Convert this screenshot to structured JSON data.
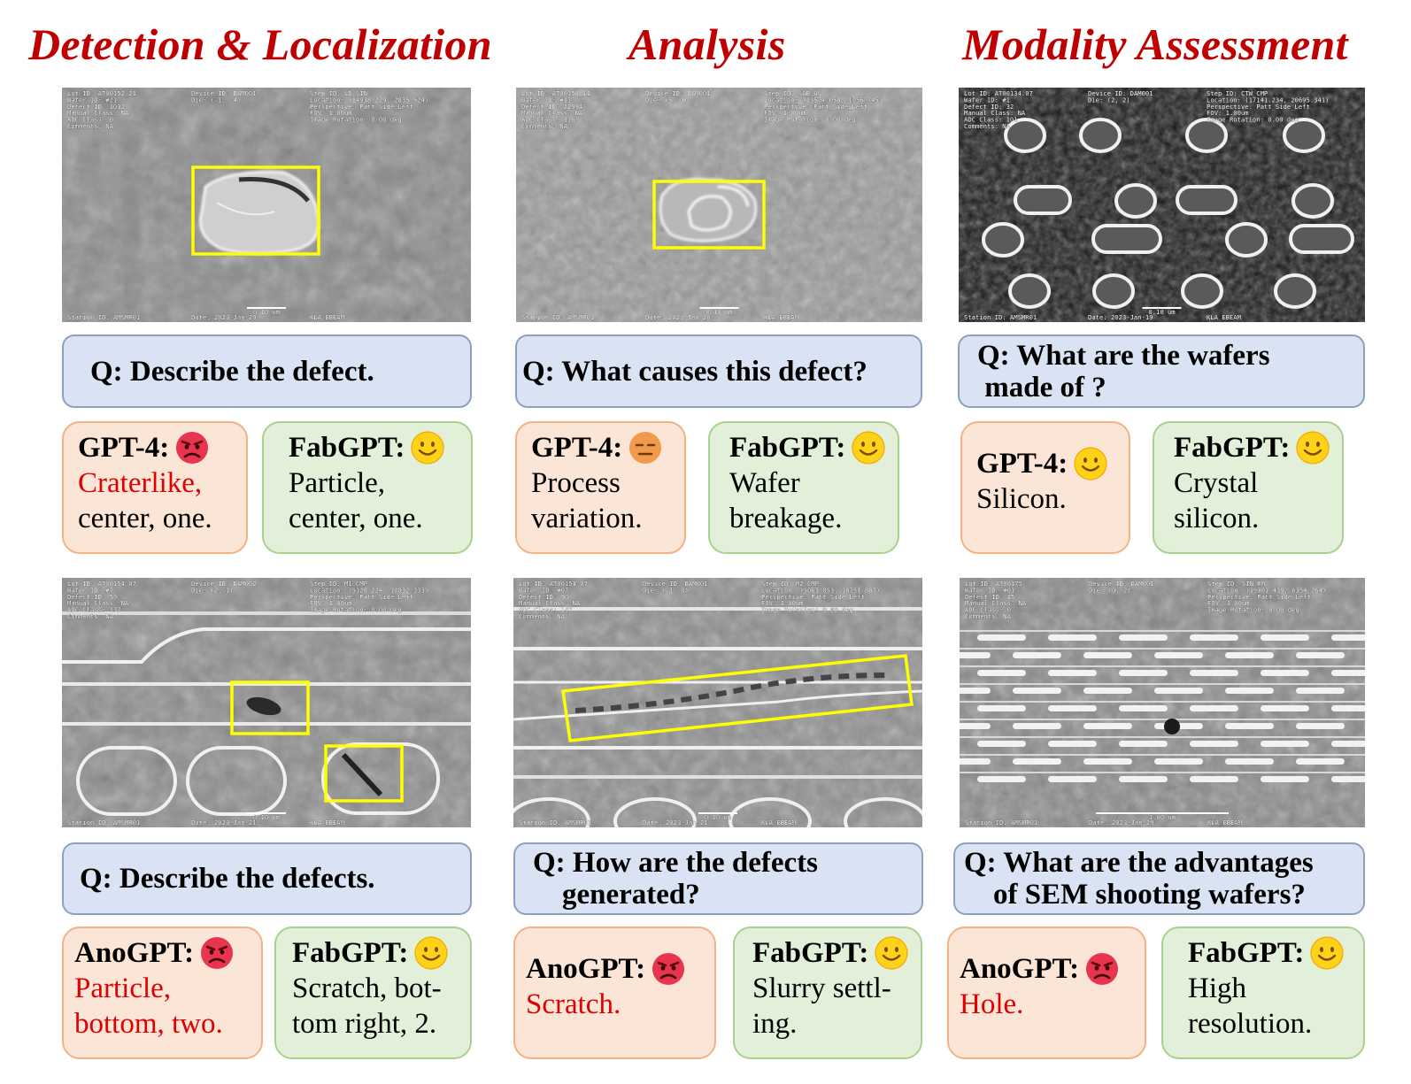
{
  "headers": {
    "col1": "Detection & Localization",
    "col2": "Analysis",
    "col3": "Modality Assessment"
  },
  "icons": {
    "angry": "angry-face-icon",
    "smile": "smiling-face-icon",
    "neutral": "neutral-face-icon"
  },
  "colors": {
    "header_red": "#c00000",
    "question_bg": "#dae3f3",
    "question_border": "#8da0c3",
    "bad_bg": "#fbe5d6",
    "bad_border": "#f4b183",
    "good_bg": "#e2f0d9",
    "good_border": "#a9d18e",
    "wrong_text": "#e00000",
    "bbox_yellow": "#ffff00"
  },
  "panels": [
    {
      "sem": {
        "top_lines": [
          [
            "Lot ID: AT00152_21",
            "Wafer ID: #21",
            "Defect ID: 1032",
            "Manual Class: NA",
            "ADC Class: 0",
            "Comments: NA"
          ],
          [
            "Device ID: DAM001",
            "Die: (-1, -4)"
          ],
          [
            "Step ID: LD_SIN",
            "Location: (14938.229, 2835.524)",
            "Perspective: Patt_Side_Left",
            "FOV: 1.00um",
            "Image Rotation: 0.00 deg"
          ]
        ],
        "bottom": [
          "Station ID: AMSMR01",
          "Date: 2023-Jan-29",
          "KLA EBEAM"
        ],
        "scale": "0.10 um"
      },
      "question": "Q: Describe the defect.",
      "left": {
        "name": "GPT-4:",
        "mood": "angry",
        "lines": [
          {
            "t": "Craterlike,",
            "wrong": true
          },
          {
            "t": "center, one.",
            "wrong": false
          }
        ]
      },
      "right": {
        "name": "FabGPT:",
        "mood": "smile",
        "lines": [
          {
            "t": "Particle,",
            "wrong": false
          },
          {
            "t": "center, one.",
            "wrong": false
          }
        ]
      }
    },
    {
      "sem": {
        "top_lines": [
          [
            "Lot ID: AT00158_11",
            "Wafer ID: #11",
            "Defect ID: 22994",
            "Manual Class: NA",
            "ADC Class: 116",
            "Comments: NA"
          ],
          [
            "Device ID: DAM001",
            "Die: (5, 0)"
          ],
          [
            "Step ID: SAB_AS",
            "Location: (13574.058, 1756.745)",
            "Perspective: Patt_Side_Left",
            "FOV: 1.00um",
            "Image Rotation: 0.00 deg"
          ]
        ],
        "bottom": [
          "Station ID: AMSMR01",
          "Date: 2023-Jan-26",
          "KLA EBEAM"
        ],
        "scale": "0.10 um"
      },
      "question": "Q: What causes this defect?",
      "left": {
        "name": "GPT-4:",
        "mood": "neutral",
        "lines": [
          {
            "t": "Process",
            "wrong": false
          },
          {
            "t": "variation.",
            "wrong": false
          }
        ]
      },
      "right": {
        "name": "FabGPT:",
        "mood": "smile",
        "lines": [
          {
            "t": "Wafer",
            "wrong": false
          },
          {
            "t": "breakage.",
            "wrong": false
          }
        ]
      }
    },
    {
      "sem": {
        "top_lines": [
          [
            "Lot ID: AT00134.07",
            "Wafer ID: #1",
            "Defect ID: 32",
            "Manual Class: NA",
            "ADC Class: 101",
            "Comments: NA"
          ],
          [
            "Device ID: DAM001",
            "Die: (2, 2)"
          ],
          [
            "Step ID: CTW_CMP",
            "Location: (17141.234, 20695.341)",
            "Perspective: Patt_Side_Left",
            "FOV: 1.00um",
            "Image Rotation: 0.00 deg"
          ]
        ],
        "bottom": [
          "Station ID: AMSMR01",
          "Date: 2023-Jan-19",
          "KLA EBEAM"
        ],
        "scale": "0.10 um"
      },
      "question": "Q: What are the wafers\n made of ?",
      "left": {
        "name": "GPT-4:",
        "mood": "smile",
        "lines": [
          {
            "t": "Silicon.",
            "wrong": false
          }
        ]
      },
      "right": {
        "name": "FabGPT:",
        "mood": "smile",
        "lines": [
          {
            "t": "Crystal",
            "wrong": false
          },
          {
            "t": "silicon.",
            "wrong": false
          }
        ]
      }
    },
    {
      "sem": {
        "top_lines": [
          [
            "Lot ID: AT00154.07",
            "Wafer ID: #7",
            "Defect ID: 59",
            "Manual Class: NA",
            "ADC Class: 137",
            "Comments: NA"
          ],
          [
            "Device ID: DAM002",
            "Die: (2, 1)"
          ],
          [
            "Step ID: M1_CMP",
            "Location: (5128.224, 10032.333)",
            "Perspective: Patt_Side_Left",
            "FOV: 1.00um",
            "Image Rotation: 0.00 deg"
          ]
        ],
        "bottom": [
          "Station ID: AMSMR01",
          "Date: 2023-Jan-21",
          "KLA EBEAM"
        ],
        "scale": "0.10 um"
      },
      "question": "Q: Describe the defects.",
      "left": {
        "name": "AnoGPT:",
        "mood": "angry",
        "lines": [
          {
            "t": "Particle,",
            "wrong": true
          },
          {
            "t": "bottom, two.",
            "wrong": true
          }
        ]
      },
      "right": {
        "name": "FabGPT:",
        "mood": "smile",
        "lines": [
          {
            "t": "Scratch, bot-",
            "wrong": false
          },
          {
            "t": "tom right, 2.",
            "wrong": false
          }
        ]
      }
    },
    {
      "sem": {
        "top_lines": [
          [
            "Lot ID: AT00154.07",
            "Wafer ID: #07",
            "Defect ID: 90",
            "Manual Class: NA",
            "ADC Class: 147",
            "Comments: NA"
          ],
          [
            "Device ID: DAM001",
            "Die: (-1, 0)"
          ],
          [
            "Step ID: M2_CMP",
            "Location: (5063.053, 18751.887)",
            "Perspective: Patt_Side_Left",
            "FOV: 1.00um",
            "Image Rotation: 0.00 deg"
          ]
        ],
        "bottom": [
          "Station ID: AMSMR01",
          "Date: 2023-Jan-21",
          "KLA EBEAM"
        ],
        "scale": "0.10 um"
      },
      "question": "Q: How are the defects\n    generated?",
      "left": {
        "name": "AnoGPT:",
        "mood": "angry",
        "lines": [
          {
            "t": "Scratch.",
            "wrong": true
          }
        ]
      },
      "right": {
        "name": "FabGPT:",
        "mood": "smile",
        "lines": [
          {
            "t": "Slurry settl-",
            "wrong": false
          },
          {
            "t": "ing.",
            "wrong": false
          }
        ]
      }
    },
    {
      "sem": {
        "top_lines": [
          [
            "Lot ID: AT00175",
            "Wafer ID: #01",
            "Defect ID: 15",
            "Manual Class: NA",
            "ADC Class: 0",
            "Comments: NA"
          ],
          [
            "Device ID: DAM001",
            "Die: (0, 2)"
          ],
          [
            "Step ID: SIN_RM",
            "Location: (15901.439, 6354.264)",
            "Perspective: Patt_Side_Left",
            "FOV: 3.00um",
            "Image Rotation: 0.00 deg"
          ]
        ],
        "bottom": [
          "Station ID: AMSMR01",
          "Date: 2023-Jan-29",
          "KLA EBEAM"
        ],
        "scale": "1.00 um"
      },
      "question": "Q: What are the advantages\n    of SEM shooting wafers?",
      "left": {
        "name": "AnoGPT:",
        "mood": "angry",
        "lines": [
          {
            "t": "Hole.",
            "wrong": true
          }
        ]
      },
      "right": {
        "name": "FabGPT:",
        "mood": "smile",
        "lines": [
          {
            "t": "High",
            "wrong": false
          },
          {
            "t": "resolution.",
            "wrong": false
          }
        ]
      }
    }
  ]
}
